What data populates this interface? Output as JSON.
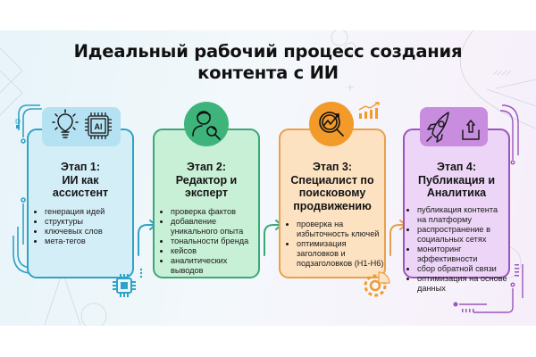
{
  "title": {
    "line1": "Идеальный рабочий процесс создания",
    "line2": "контента с ИИ"
  },
  "colors": {
    "stage1_accent": "#2ea3c6",
    "stage2_accent": "#3ba877",
    "stage3_accent": "#e9a04a",
    "stage4_accent": "#9b55bd"
  },
  "stages": [
    {
      "title_line1": "Этап 1:",
      "title_line2": "ИИ как",
      "title_line3": "ассистент",
      "icons": [
        "lightbulb-icon",
        "ai-chip-icon"
      ],
      "items": [
        "генерация идей",
        "структуры",
        "ключевых слов",
        "мета-тегов"
      ]
    },
    {
      "title_line1": "Этап 2:",
      "title_line2": "Редактор и",
      "title_line3": "эксперт",
      "icons": [
        "user-search-icon"
      ],
      "items": [
        "проверка фактов",
        "добавление уникального опыта",
        "тональности бренда",
        "кейсов",
        "аналитических выводов"
      ]
    },
    {
      "title_line1": "Этап 3:",
      "title_line2": "Специалист по",
      "title_line3": "поисковому",
      "title_line4": "продвижению",
      "icons": [
        "analytics-magnifier-icon",
        "bar-chart-growth-icon",
        "pie-chart-icon"
      ],
      "items": [
        "проверка на избыточность ключей",
        "оптимизация заголовков и подзаголовков (H1-H6)"
      ]
    },
    {
      "title_line1": "Этап 4:",
      "title_line2": "Публикация и",
      "title_line3": "Аналитика",
      "icons": [
        "rocket-icon",
        "upload-icon"
      ],
      "items": [
        "публикация контента на платформу",
        "распространение в социальных сетях",
        "мониторинг эффективности",
        "сбор обратной связи",
        "оптимизация на основе данных"
      ]
    }
  ],
  "ai_label": "AI"
}
